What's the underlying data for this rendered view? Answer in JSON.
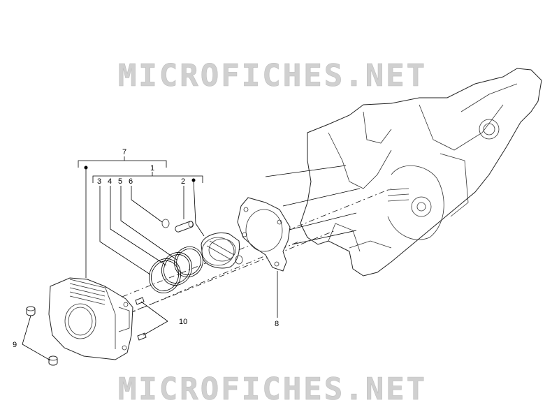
{
  "watermark": {
    "text": "MICROFICHES.NET",
    "color": "#cfcfcf"
  },
  "callouts": {
    "c1": "1",
    "c2": "2",
    "c3": "3",
    "c4": "4",
    "c5": "5",
    "c6": "6",
    "c7": "7",
    "c8": "8",
    "c9": "9",
    "c10": "10"
  },
  "colors": {
    "line": "#000000",
    "background": "#ffffff"
  }
}
